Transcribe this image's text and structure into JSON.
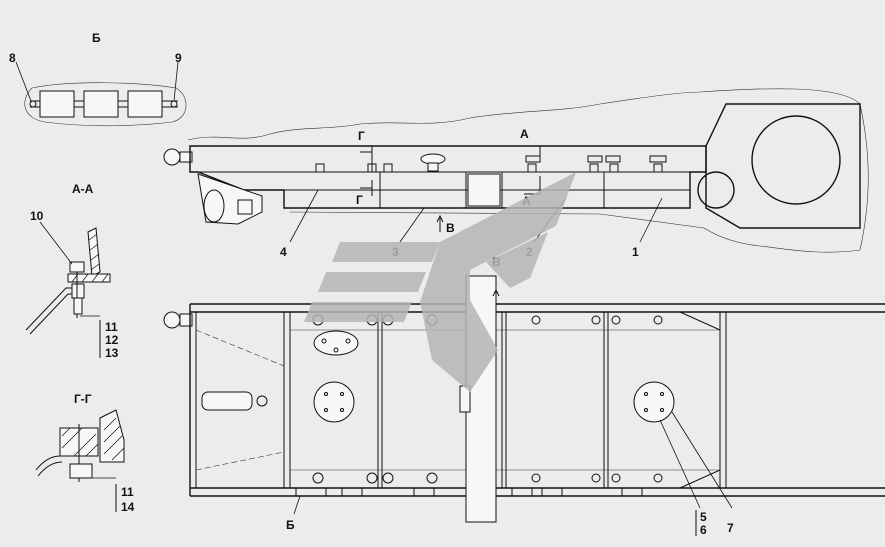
{
  "views": {
    "view_b": "Б",
    "section_aa": "А-А",
    "section_gg": "Г-Г"
  },
  "callouts": {
    "c1": "1",
    "c2": "2",
    "c3": "3",
    "c4": "4",
    "c5": "5",
    "c6": "6",
    "c7": "7",
    "c8": "8",
    "c9": "9",
    "c10": "10",
    "c11": "11",
    "c11b": "11",
    "c12": "12",
    "c13": "13",
    "c14": "14"
  },
  "markers": {
    "g_top": "Г",
    "g_bottom": "Г",
    "a_top": "А",
    "a_bottom": "А",
    "v_side": "В",
    "v_plan": "В",
    "b_plan": "Б"
  },
  "colors": {
    "background": "#ececec",
    "line": "#111111",
    "watermark": "#b5b5b5"
  }
}
